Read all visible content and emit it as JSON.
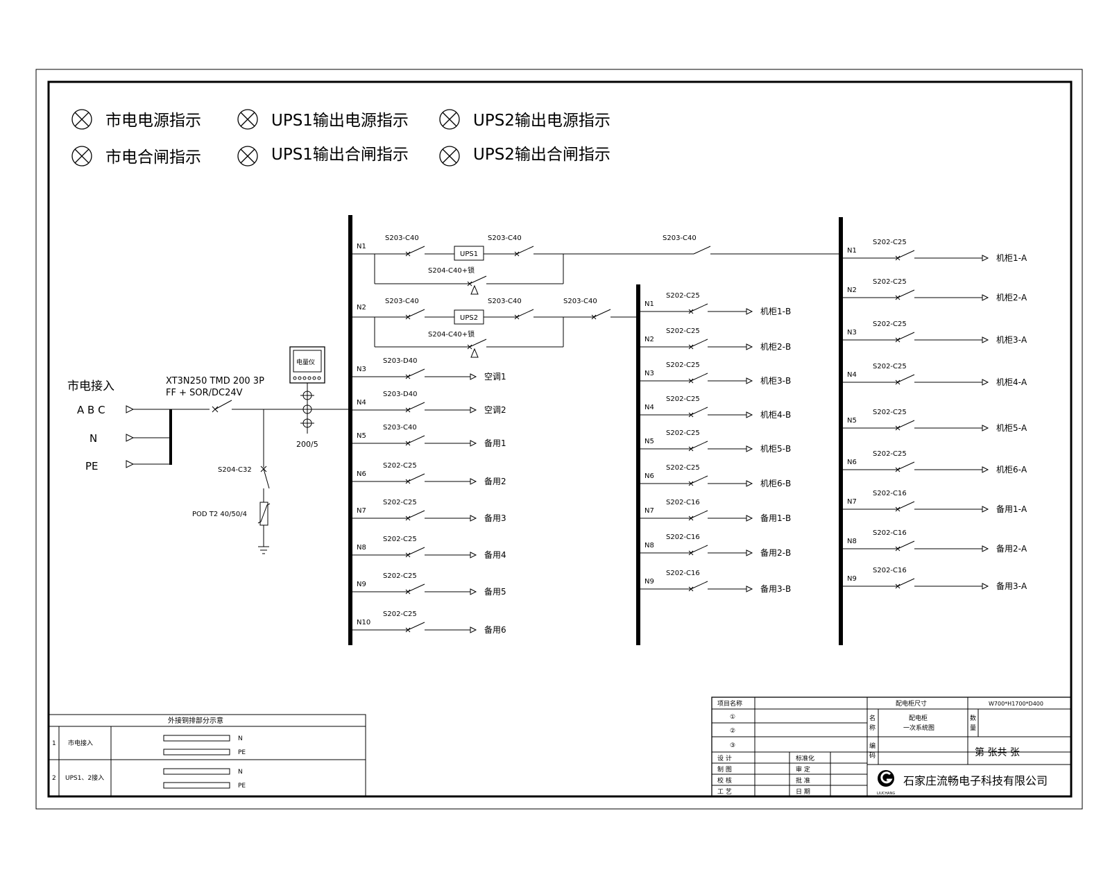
{
  "legend": [
    {
      "label": "市电电源指示"
    },
    {
      "label": "UPS1输出电源指示"
    },
    {
      "label": "UPS2输出电源指示"
    },
    {
      "label": "市电合闸指示"
    },
    {
      "label": "UPS1输出合闸指示"
    },
    {
      "label": "UPS2输出合闸指示"
    }
  ],
  "incoming": {
    "title": "市电接入",
    "abc": "A B C",
    "n": "N",
    "pe": "PE",
    "breaker_line1": "XT3N250 TMD 200 3P",
    "breaker_line2": "FF + SOR/DC24V",
    "spd_breaker": "S204-C32",
    "spd": "POD T2 40/50/4",
    "meter": "电量仪",
    "ct": "200/5"
  },
  "bus1": {
    "n1": {
      "tag": "N1",
      "br_in": "S203-C40",
      "ups": "UPS1",
      "br_out": "S203-C40",
      "bypass": "S204-C40+锁",
      "feeder": "S203-C40"
    },
    "n2": {
      "tag": "N2",
      "br_in": "S203-C40",
      "ups": "UPS2",
      "br_out": "S203-C40",
      "bypass": "S204-C40+锁",
      "feeder": "S203-C40"
    },
    "feeders": [
      {
        "tag": "N3",
        "breaker": "S203-D40",
        "load": "空调1"
      },
      {
        "tag": "N4",
        "breaker": "S203-D40",
        "load": "空调2"
      },
      {
        "tag": "N5",
        "breaker": "S203-C40",
        "load": "备用1"
      },
      {
        "tag": "N6",
        "breaker": "S202-C25",
        "load": "备用2"
      },
      {
        "tag": "N7",
        "breaker": "S202-C25",
        "load": "备用3"
      },
      {
        "tag": "N8",
        "breaker": "S202-C25",
        "load": "备用4"
      },
      {
        "tag": "N9",
        "breaker": "S202-C25",
        "load": "备用5"
      },
      {
        "tag": "N10",
        "breaker": "S202-C25",
        "load": "备用6"
      }
    ]
  },
  "bus2": {
    "feeders": [
      {
        "tag": "N1",
        "breaker": "S202-C25",
        "load": "机柜1-B"
      },
      {
        "tag": "N2",
        "breaker": "S202-C25",
        "load": "机柜2-B"
      },
      {
        "tag": "N3",
        "breaker": "S202-C25",
        "load": "机柜3-B"
      },
      {
        "tag": "N4",
        "breaker": "S202-C25",
        "load": "机柜4-B"
      },
      {
        "tag": "N5",
        "breaker": "S202-C25",
        "load": "机柜5-B"
      },
      {
        "tag": "N6",
        "breaker": "S202-C25",
        "load": "机柜6-B"
      },
      {
        "tag": "N7",
        "breaker": "S202-C16",
        "load": "备用1-B"
      },
      {
        "tag": "N8",
        "breaker": "S202-C16",
        "load": "备用2-B"
      },
      {
        "tag": "N9",
        "breaker": "S202-C16",
        "load": "备用3-B"
      }
    ]
  },
  "bus3": {
    "feeders": [
      {
        "tag": "N1",
        "breaker": "S202-C25",
        "load": "机柜1-A"
      },
      {
        "tag": "N2",
        "breaker": "S202-C25",
        "load": "机柜2-A"
      },
      {
        "tag": "N3",
        "breaker": "S202-C25",
        "load": "机柜3-A"
      },
      {
        "tag": "N4",
        "breaker": "S202-C25",
        "load": "机柜4-A"
      },
      {
        "tag": "N5",
        "breaker": "S202-C25",
        "load": "机柜5-A"
      },
      {
        "tag": "N6",
        "breaker": "S202-C25",
        "load": "机柜6-A"
      },
      {
        "tag": "N7",
        "breaker": "S202-C16",
        "load": "备用1-A"
      },
      {
        "tag": "N8",
        "breaker": "S202-C16",
        "load": "备用2-A"
      },
      {
        "tag": "N9",
        "breaker": "S202-C16",
        "load": "备用3-A"
      }
    ]
  },
  "copper_table": {
    "title": "外接铜排部分示意",
    "rows": [
      {
        "no": "1",
        "name": "市电接入",
        "bar1": "N",
        "bar2": "PE"
      },
      {
        "no": "2",
        "name": "UPS1、2接入",
        "bar1": "N",
        "bar2": "PE"
      }
    ]
  },
  "title_block": {
    "project_label": "项目名称",
    "item1": "①",
    "item2": "②",
    "item3": "③",
    "size_label": "配电柜尺寸",
    "size_value": "W700*H1700*D400",
    "name_label_1": "名",
    "name_label_2": "称",
    "name_value_1": "配电柜",
    "name_value_2": "一次系统图",
    "qty_label_1": "数",
    "qty_label_2": "量",
    "code_label_1": "编",
    "code_label_2": "码",
    "sheet_text": "第  张共  张",
    "design": "设  计",
    "standard": "标准化",
    "draw": "制  图",
    "review": "审  定",
    "check": "校  核",
    "approve": "批  准",
    "process": "工  艺",
    "date": "日  期",
    "company": "石家庄流畅电子科技有限公司",
    "logo_text": "LIUCHANG"
  }
}
